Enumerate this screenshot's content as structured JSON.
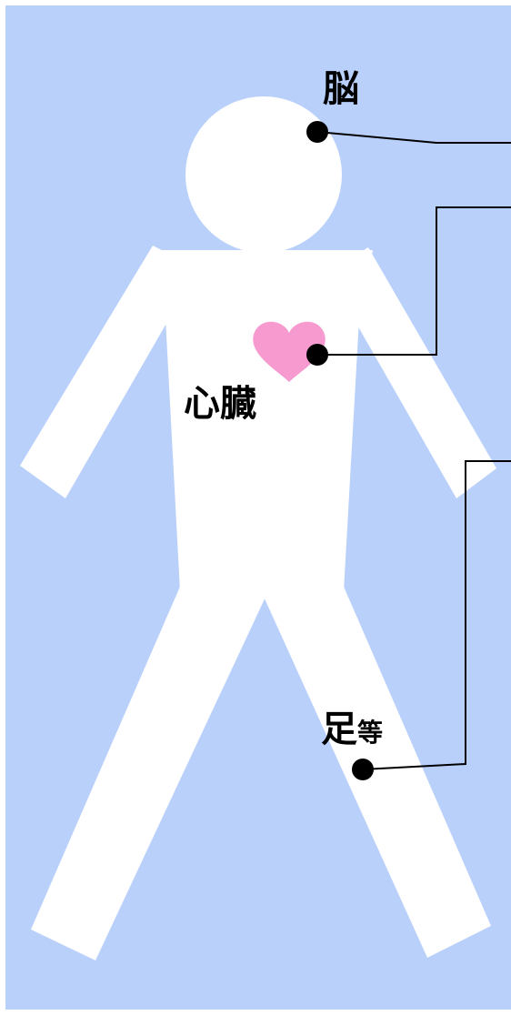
{
  "labels": {
    "brain": "脳",
    "heart": "心臓",
    "legs_main": "足",
    "legs_suffix": "等"
  },
  "colors": {
    "background": "#b9d0fb",
    "body": "#ffffff",
    "heart": "#f69ad0",
    "marker": "#000000"
  }
}
